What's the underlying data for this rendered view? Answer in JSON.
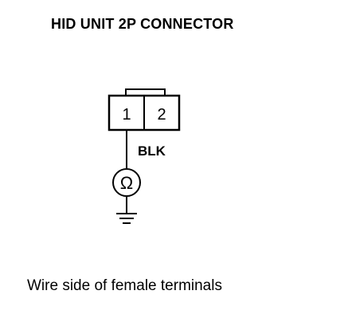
{
  "title": "HID UNIT 2P CONNECTOR",
  "connector": {
    "terminals": [
      "1",
      "2"
    ]
  },
  "wire": {
    "color_label": "BLK"
  },
  "meter": {
    "symbol": "Ω",
    "icon": "ohmmeter-icon"
  },
  "ground": {
    "icon": "ground-icon"
  },
  "caption": "Wire side of female terminals"
}
